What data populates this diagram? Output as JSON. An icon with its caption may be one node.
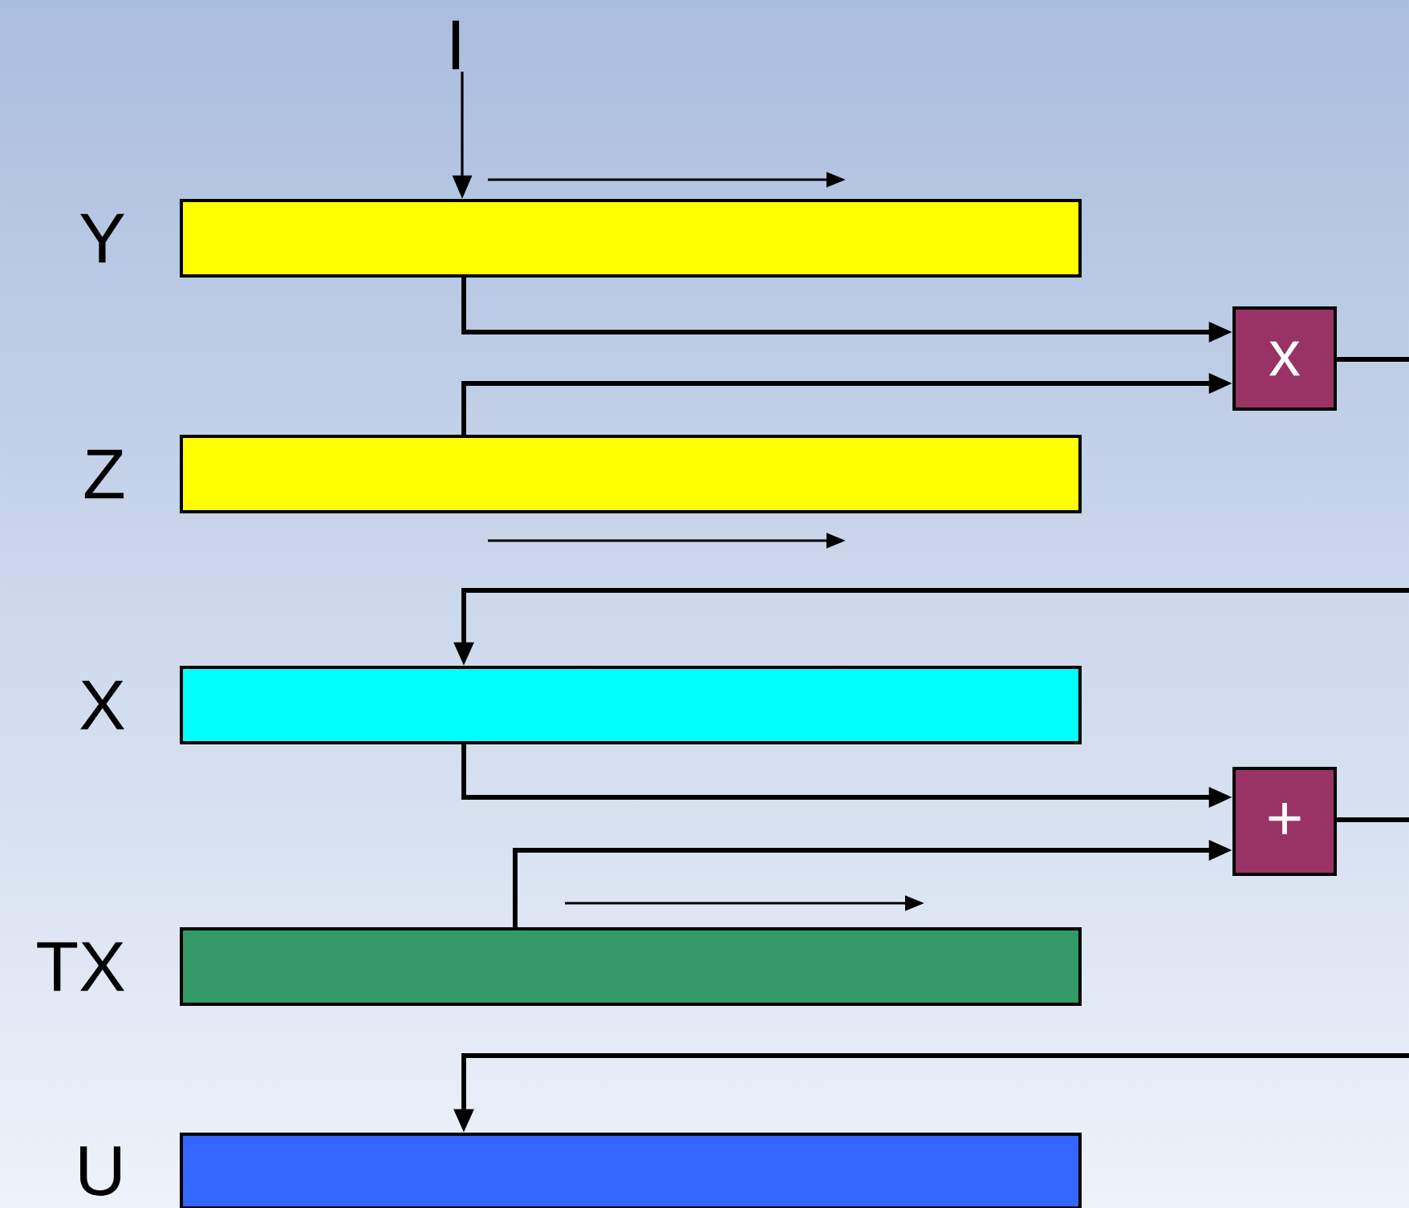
{
  "diagram": {
    "nodes": [
      {
        "text": [
          "I"
        ]
      },
      {
        "text": [
          "Y"
        ]
      },
      {
        "text": [
          "Z"
        ]
      },
      {
        "text": [
          "X"
        ]
      },
      {
        "text": [
          "TX"
        ]
      },
      {
        "text": [
          "U"
        ]
      },
      {
        "text": [
          "x"
        ]
      },
      {
        "text": [
          "+"
        ]
      }
    ],
    "edges": [
      {
        "from": 0,
        "to": 1,
        "arrow": "to"
      },
      {
        "from": 1,
        "to": 6,
        "arrow": "to"
      },
      {
        "from": 2,
        "to": 6,
        "arrow": "to"
      },
      {
        "from": 6,
        "to": null,
        "arrow": "none"
      },
      {
        "from": null,
        "to": 3,
        "arrow": "to"
      },
      {
        "from": 3,
        "to": 7,
        "arrow": "to"
      },
      {
        "from": 4,
        "to": 7,
        "arrow": "to"
      },
      {
        "from": 7,
        "to": null,
        "arrow": "none"
      },
      {
        "from": null,
        "to": 5,
        "arrow": "to"
      }
    ]
  }
}
